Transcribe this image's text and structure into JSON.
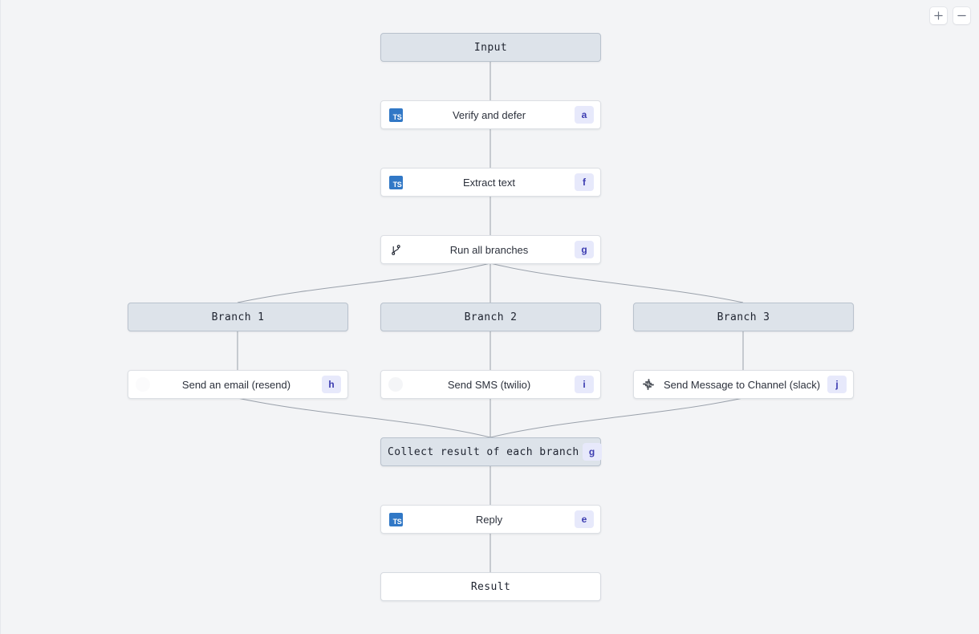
{
  "canvas": {
    "background_color": "#f3f4f6",
    "edge_color": "#9aa1ab"
  },
  "zoom_controls": {
    "zoom_in_label": "+",
    "zoom_in_icon": "plus-icon",
    "zoom_out_label": "−",
    "zoom_out_icon": "minus-icon"
  },
  "theme": {
    "terminal_bg": "#dde3ea",
    "terminal_border": "#b9c2cd",
    "step_bg": "#ffffff",
    "step_border": "#dcdfe4",
    "badge_bg": "#e7e9fb",
    "badge_text": "#3b3bb0",
    "ts_blue": "#3178c6"
  },
  "nodes": [
    {
      "id": "input",
      "label": "Input",
      "kind": "terminal",
      "icon": null,
      "badge": null
    },
    {
      "id": "verify-and-defer",
      "label": "Verify and defer",
      "kind": "step",
      "icon": "typescript-icon",
      "badge": "a"
    },
    {
      "id": "extract-text",
      "label": "Extract text",
      "kind": "step",
      "icon": "typescript-icon",
      "badge": "f"
    },
    {
      "id": "run-all-branches",
      "label": "Run all branches",
      "kind": "step",
      "icon": "branch-icon",
      "badge": "g"
    },
    {
      "id": "branch-1",
      "label": "Branch 1",
      "kind": "terminal",
      "icon": null,
      "badge": null
    },
    {
      "id": "branch-2",
      "label": "Branch 2",
      "kind": "terminal",
      "icon": null,
      "badge": null
    },
    {
      "id": "branch-3",
      "label": "Branch 3",
      "kind": "terminal",
      "icon": null,
      "badge": null
    },
    {
      "id": "send-an-email-resend",
      "label": "Send an email (resend)",
      "kind": "step",
      "icon": "resend-icon",
      "badge": "h"
    },
    {
      "id": "send-sms-twilio",
      "label": "Send SMS (twilio)",
      "kind": "step",
      "icon": "twilio-icon",
      "badge": "i"
    },
    {
      "id": "send-message-to-channel-slack",
      "label": "Send Message to Channel (slack)",
      "kind": "step",
      "icon": "slack-icon",
      "badge": "j"
    },
    {
      "id": "collect-result",
      "label": "Collect result of each branch",
      "kind": "collect",
      "icon": null,
      "badge": "g"
    },
    {
      "id": "reply",
      "label": "Reply",
      "kind": "step",
      "icon": "typescript-icon",
      "badge": "e"
    },
    {
      "id": "result",
      "label": "Result",
      "kind": "result",
      "icon": null,
      "badge": null
    }
  ]
}
